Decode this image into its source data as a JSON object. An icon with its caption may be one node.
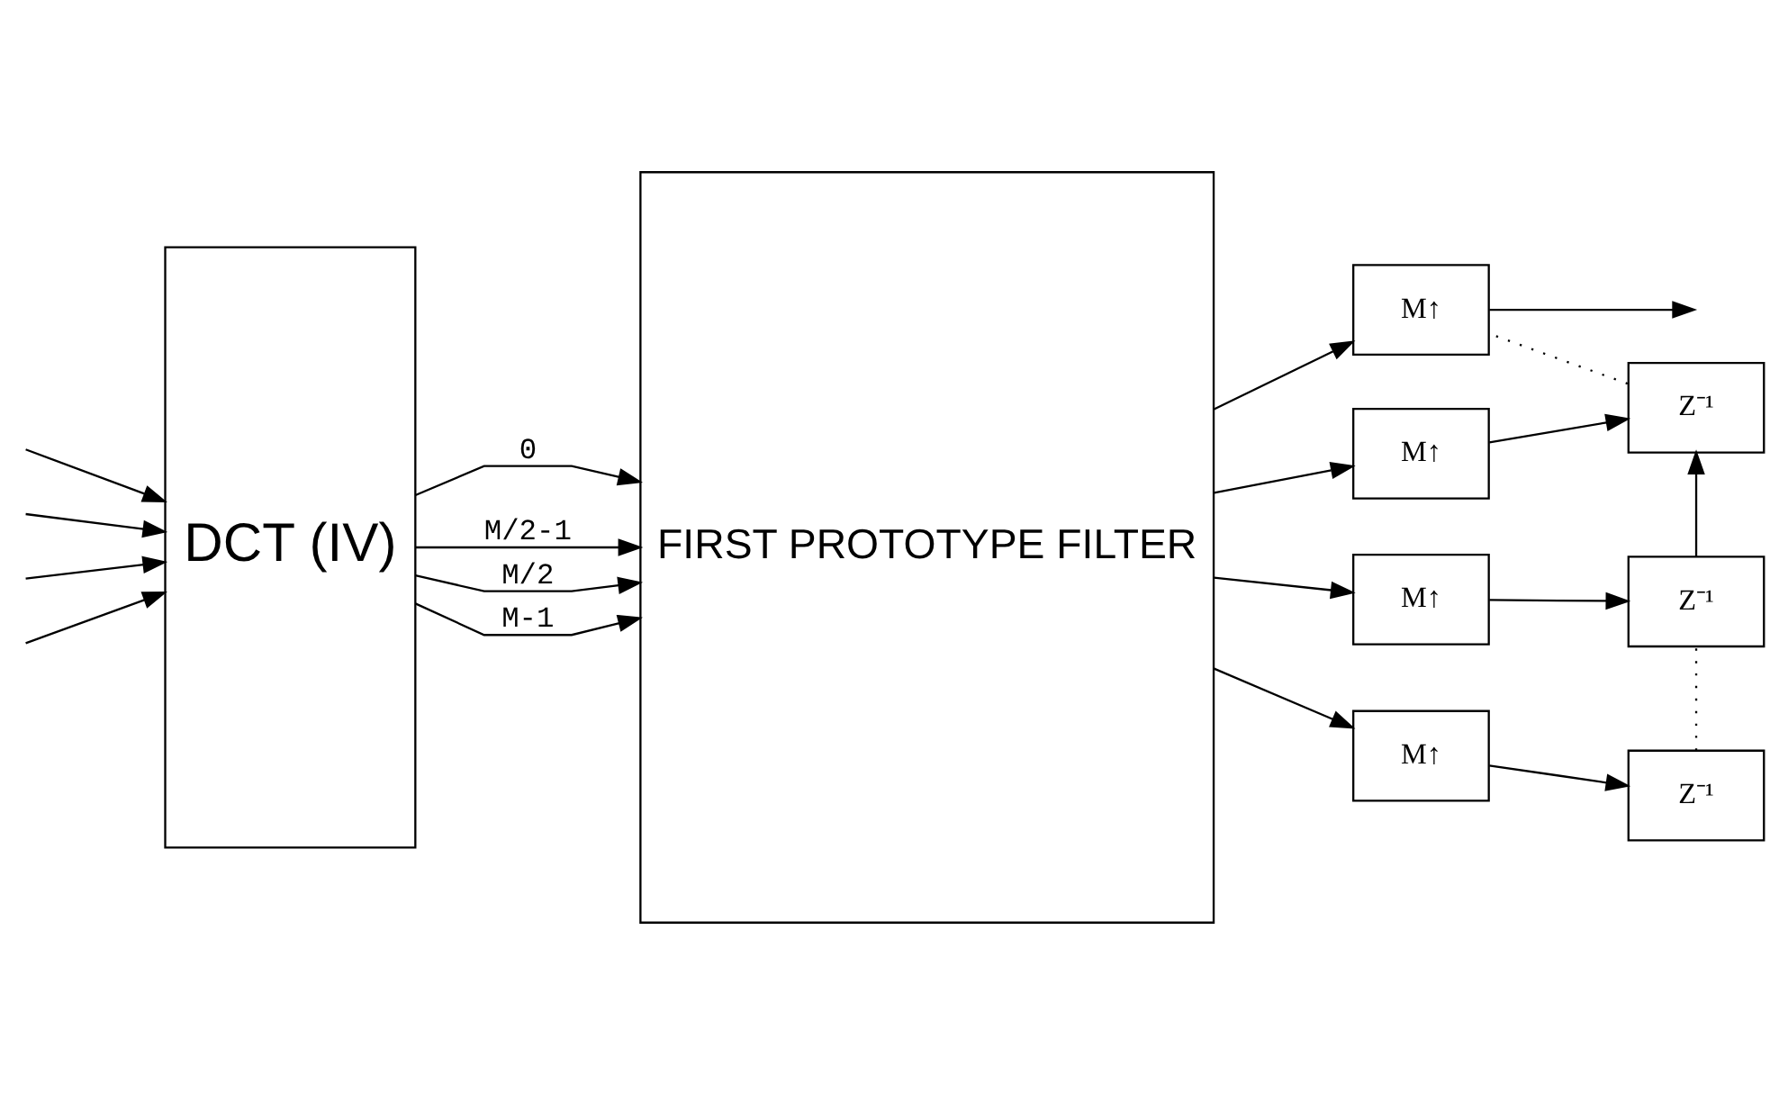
{
  "diagram": {
    "nodes": [
      {
        "text": [
          "DCT (IV)"
        ]
      },
      {
        "text": [
          "FIRST PROTOTYPE FILTER"
        ]
      },
      {
        "text": [
          "M↑"
        ]
      },
      {
        "text": [
          "M↑"
        ]
      },
      {
        "text": [
          "M↑"
        ]
      },
      {
        "text": [
          "M↑"
        ]
      },
      {
        "text": [
          "Z⁻¹"
        ]
      },
      {
        "text": [
          "Z⁻¹"
        ]
      },
      {
        "text": [
          "Z⁻¹"
        ]
      }
    ],
    "edges": [
      {
        "from": null,
        "to": 0,
        "arrow": "to"
      },
      {
        "from": null,
        "to": 0,
        "arrow": "to"
      },
      {
        "from": null,
        "to": 0,
        "arrow": "to"
      },
      {
        "from": null,
        "to": 0,
        "arrow": "to"
      },
      {
        "from": 0,
        "to": 1,
        "arrow": "to",
        "label": "0"
      },
      {
        "from": 0,
        "to": 1,
        "arrow": "to",
        "label": "M/2-1"
      },
      {
        "from": 0,
        "to": 1,
        "arrow": "to",
        "label": "M/2"
      },
      {
        "from": 0,
        "to": 1,
        "arrow": "to",
        "label": "M-1"
      },
      {
        "from": 1,
        "to": 2,
        "arrow": "to"
      },
      {
        "from": 1,
        "to": 3,
        "arrow": "to"
      },
      {
        "from": 1,
        "to": 4,
        "arrow": "to"
      },
      {
        "from": 1,
        "to": 5,
        "arrow": "to"
      },
      {
        "from": 2,
        "to": null,
        "arrow": "to"
      },
      {
        "from": 6,
        "to": 2,
        "arrow": "none",
        "style": "dashed"
      },
      {
        "from": 3,
        "to": 6,
        "arrow": "to"
      },
      {
        "from": 7,
        "to": 6,
        "arrow": "to"
      },
      {
        "from": 4,
        "to": 7,
        "arrow": "to"
      },
      {
        "from": 8,
        "to": 7,
        "arrow": "none",
        "style": "dashed"
      },
      {
        "from": 5,
        "to": 8,
        "arrow": "to"
      }
    ]
  }
}
